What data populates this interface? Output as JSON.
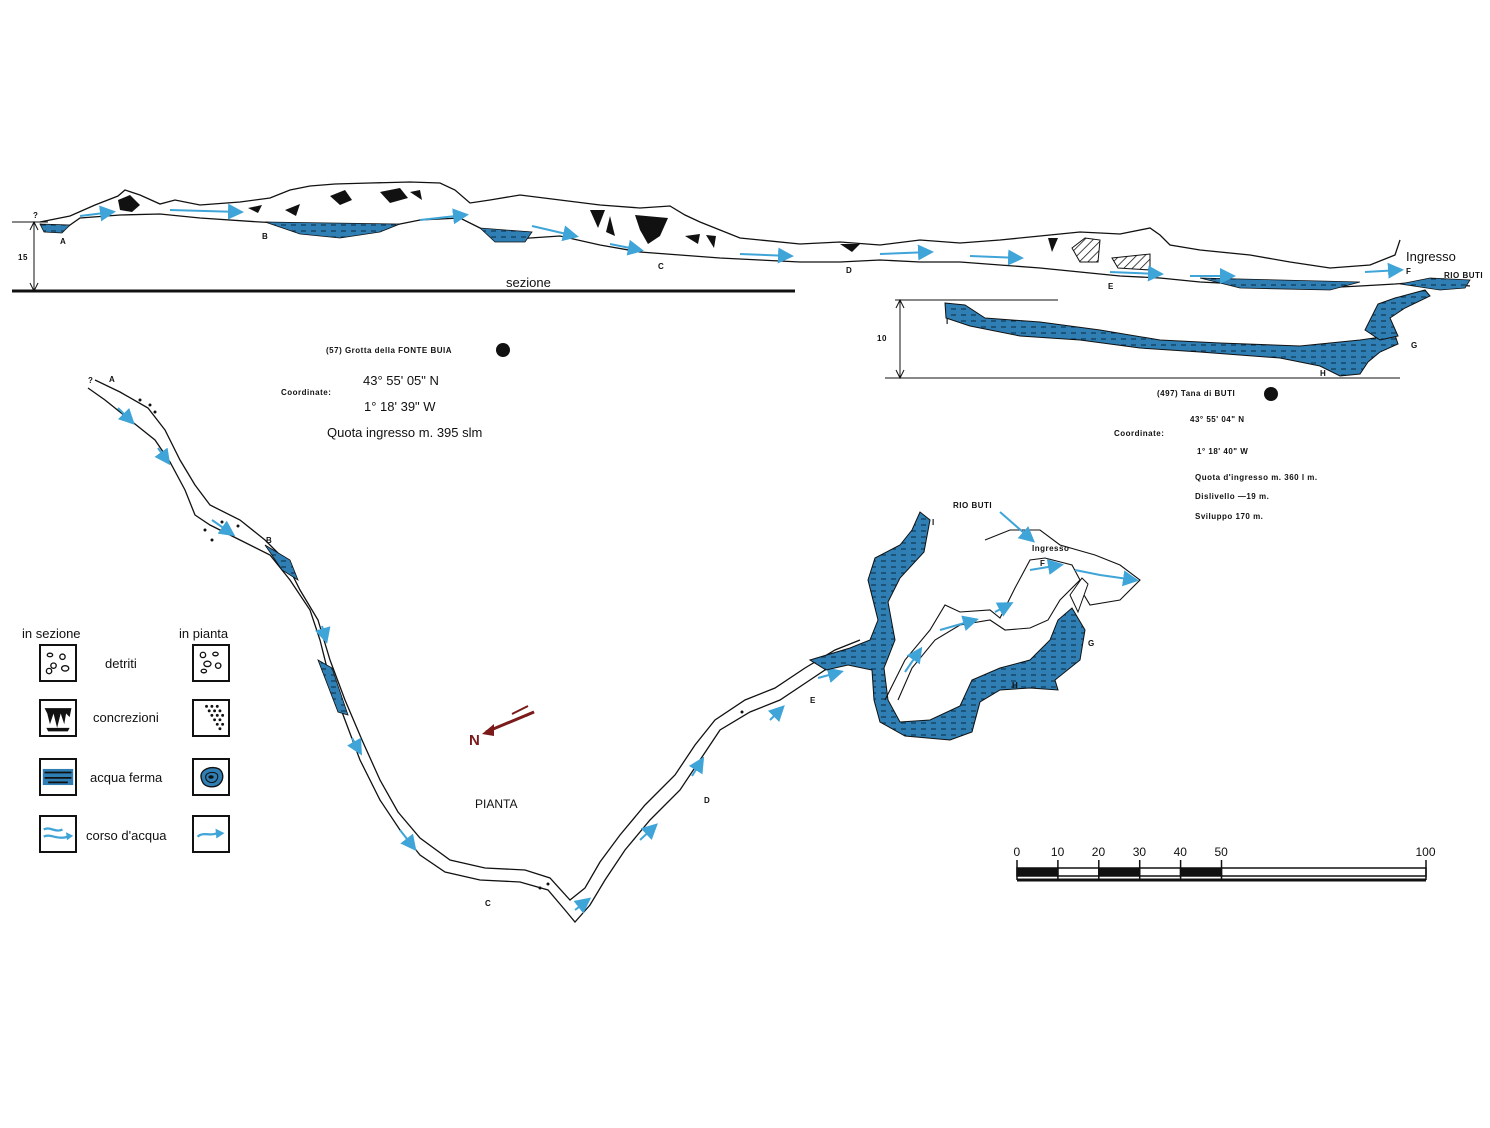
{
  "section": {
    "label": "sezione",
    "depth_label": "15",
    "entrance_label": "Ingresso",
    "river_label": "RIO BUTI",
    "points": [
      "?",
      "A",
      "B",
      "C",
      "D",
      "E",
      "F"
    ]
  },
  "grotta_fonte_buia": {
    "title": "(57) Grotta della FONTE BUIA",
    "coord_label": "Coordinate:",
    "lat": "43° 55' 05\" N",
    "lon": "1° 18' 39\" W",
    "quota": "Quota ingresso m. 395 slm"
  },
  "tana_di_buti": {
    "title": "(497) Tana di BUTI",
    "coord_label": "Coordinate:",
    "lat": "43°  55'  04\" N",
    "lon": "1°  18'  40\" W",
    "quota": "Quota  d'ingresso  m.  360 l m.",
    "dislivello": "Dislivello  —19 m.",
    "sviluppo": "Sviluppo  170  m.",
    "depth_label": "10",
    "points": [
      "I",
      "G",
      "H"
    ]
  },
  "plan": {
    "label": "PIANTA",
    "north": "N",
    "points": [
      "?",
      "A",
      "B",
      "C",
      "D",
      "E",
      "I",
      "F",
      "G",
      "H"
    ],
    "river_label": "RIO BUTI",
    "entrance_label": "Ingresso"
  },
  "legend": {
    "header_section": "in sezione",
    "header_plan": "in pianta",
    "items": [
      {
        "label": "detriti",
        "icon": "debris-icon"
      },
      {
        "label": "concrezioni",
        "icon": "concretions-icon"
      },
      {
        "label": "acqua ferma",
        "icon": "still-water-icon"
      },
      {
        "label": "corso d'acqua",
        "icon": "watercourse-icon"
      }
    ]
  },
  "scale_bar": {
    "ticks": [
      "0",
      "10",
      "20",
      "30",
      "40",
      "50",
      "100"
    ],
    "tick_values": [
      0,
      10,
      20,
      30,
      40,
      50,
      100
    ]
  },
  "colors": {
    "water": "#2f7fb5",
    "stream": "#3fa4d8",
    "ink": "#111111",
    "north_arrow": "#7a1a1a"
  }
}
